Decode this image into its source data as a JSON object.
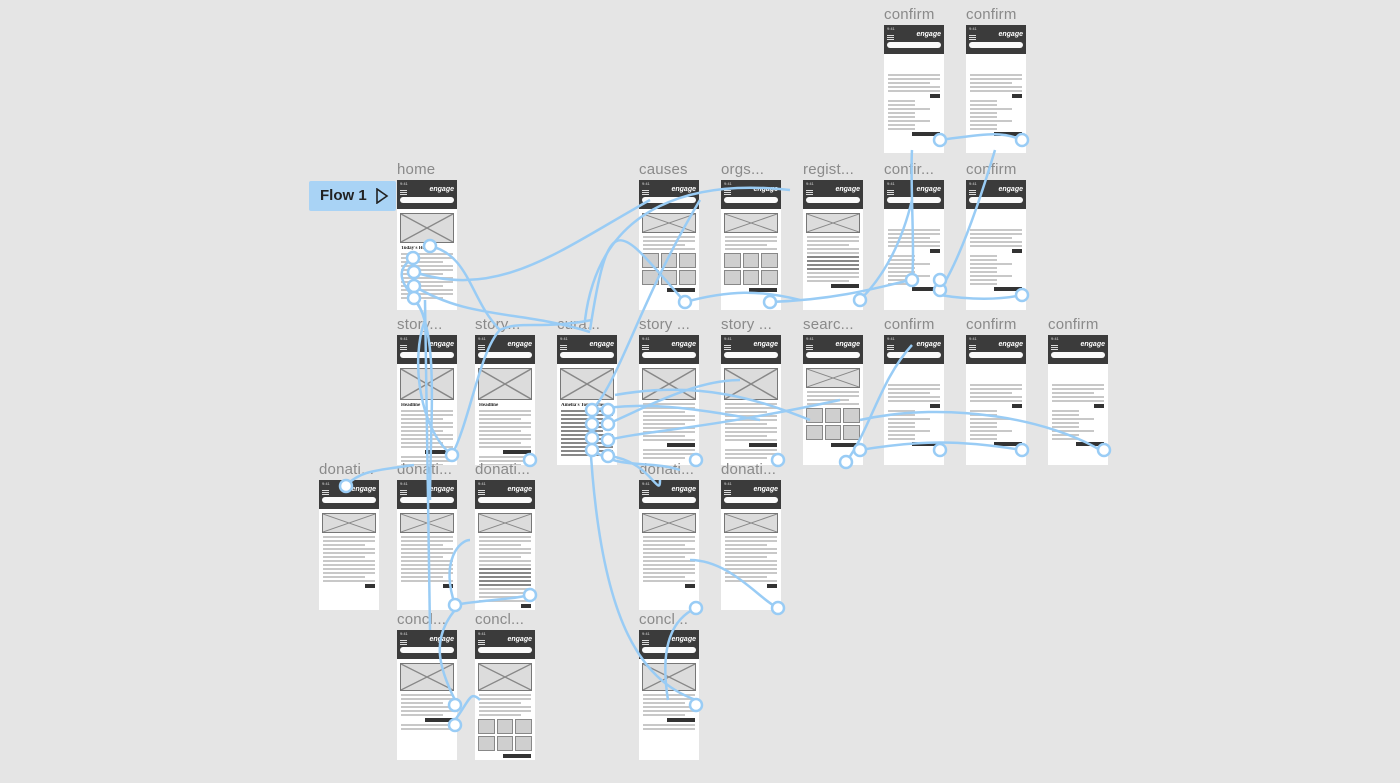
{
  "flow": {
    "label": "Flow 1"
  },
  "frame_header": {
    "time": "9:41",
    "logo": "engage"
  },
  "frames": [
    {
      "id": "confirm-a",
      "title": "confirm",
      "kind": "confirm"
    },
    {
      "id": "confirm-b",
      "title": "confirm",
      "kind": "confirm"
    },
    {
      "id": "home",
      "title": "home",
      "kind": "home",
      "headline": "Today's Hea..."
    },
    {
      "id": "causes",
      "title": "causes",
      "kind": "grid"
    },
    {
      "id": "orgs",
      "title": "orgs...",
      "kind": "grid"
    },
    {
      "id": "regist",
      "title": "regist...",
      "kind": "form"
    },
    {
      "id": "confirm-c",
      "title": "confir...",
      "kind": "confirm"
    },
    {
      "id": "confirm-d",
      "title": "confirm",
      "kind": "confirm"
    },
    {
      "id": "story-1",
      "title": "story...",
      "kind": "story",
      "headline": "Headline"
    },
    {
      "id": "story-2",
      "title": "story...",
      "kind": "story",
      "headline": "Headline"
    },
    {
      "id": "cura",
      "title": "cura...",
      "kind": "curated",
      "headline": "Amelia's Top Stories"
    },
    {
      "id": "story-3",
      "title": "story ...",
      "kind": "story",
      "headline": ""
    },
    {
      "id": "story-4",
      "title": "story ...",
      "kind": "story",
      "headline": ""
    },
    {
      "id": "search",
      "title": "searc...",
      "kind": "grid"
    },
    {
      "id": "confirm-e",
      "title": "confirm",
      "kind": "confirm"
    },
    {
      "id": "confirm-f",
      "title": "confirm",
      "kind": "confirm"
    },
    {
      "id": "confirm-g",
      "title": "confirm",
      "kind": "confirm"
    },
    {
      "id": "donati-1",
      "title": "donati...",
      "kind": "donation"
    },
    {
      "id": "donati-2",
      "title": "donati...",
      "kind": "donation"
    },
    {
      "id": "donati-3",
      "title": "donati...",
      "kind": "donationform"
    },
    {
      "id": "donati-4",
      "title": "donati...",
      "kind": "donation"
    },
    {
      "id": "donati-5",
      "title": "donati...",
      "kind": "donation"
    },
    {
      "id": "concl-1",
      "title": "concl...",
      "kind": "conclusion"
    },
    {
      "id": "concl-2",
      "title": "concl...",
      "kind": "conclusiongrid"
    },
    {
      "id": "concl-3",
      "title": "concl...",
      "kind": "conclusion"
    }
  ],
  "colors": {
    "canvas": "#e5e5e5",
    "wire": "#99ccf5",
    "header": "#3b3b3b",
    "flow_button": "#a9d3f5"
  }
}
